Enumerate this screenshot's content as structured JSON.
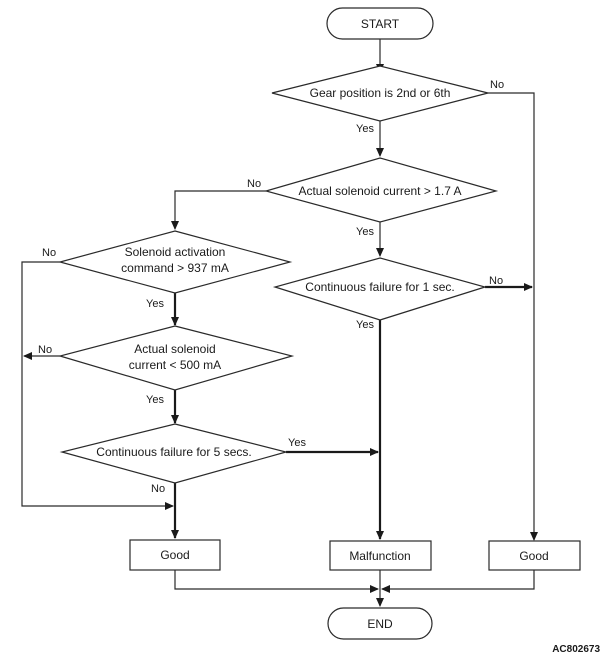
{
  "flowchart": {
    "start": "START",
    "end": "END",
    "decisions": {
      "gear_position": "Gear position is 2nd or 6th",
      "actual_current_gt": "Actual solenoid current > 1.7 A",
      "continuous_1s": "Continuous failure for 1 sec.",
      "activation_cmd_line1": "Solenoid activation",
      "activation_cmd_line2": "command > 937 mA",
      "actual_current_lt_line1": "Actual solenoid",
      "actual_current_lt_line2": "current < 500 mA",
      "continuous_5s": "Continuous failure for 5 secs."
    },
    "results": {
      "good_left": "Good",
      "malfunction": "Malfunction",
      "good_right": "Good"
    },
    "labels": {
      "yes": "Yes",
      "no": "No"
    },
    "figure_id": "AC802673"
  }
}
